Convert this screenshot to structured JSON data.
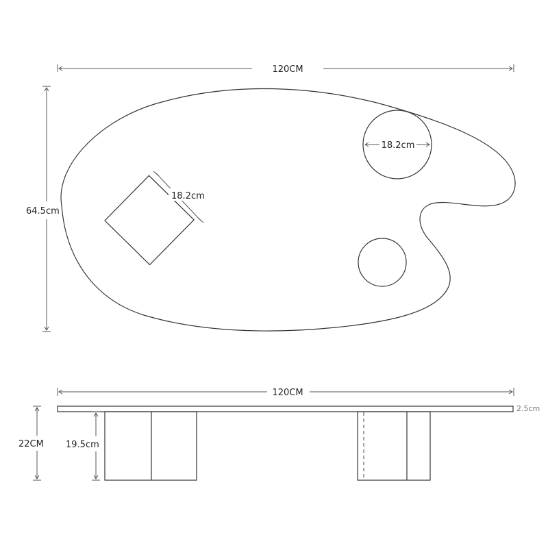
{
  "top_view": {
    "width_label": "120CM",
    "depth_label": "64.5cm",
    "square_hole_label": "18.2cm",
    "round_hole_label": "18.2cm"
  },
  "side_view": {
    "width_label": "120CM",
    "top_thickness_label": "2.5cm",
    "overall_height_label": "22CM",
    "leg_height_label": "19.5cm"
  },
  "colors": {
    "line": "#333333",
    "background": "#ffffff"
  }
}
